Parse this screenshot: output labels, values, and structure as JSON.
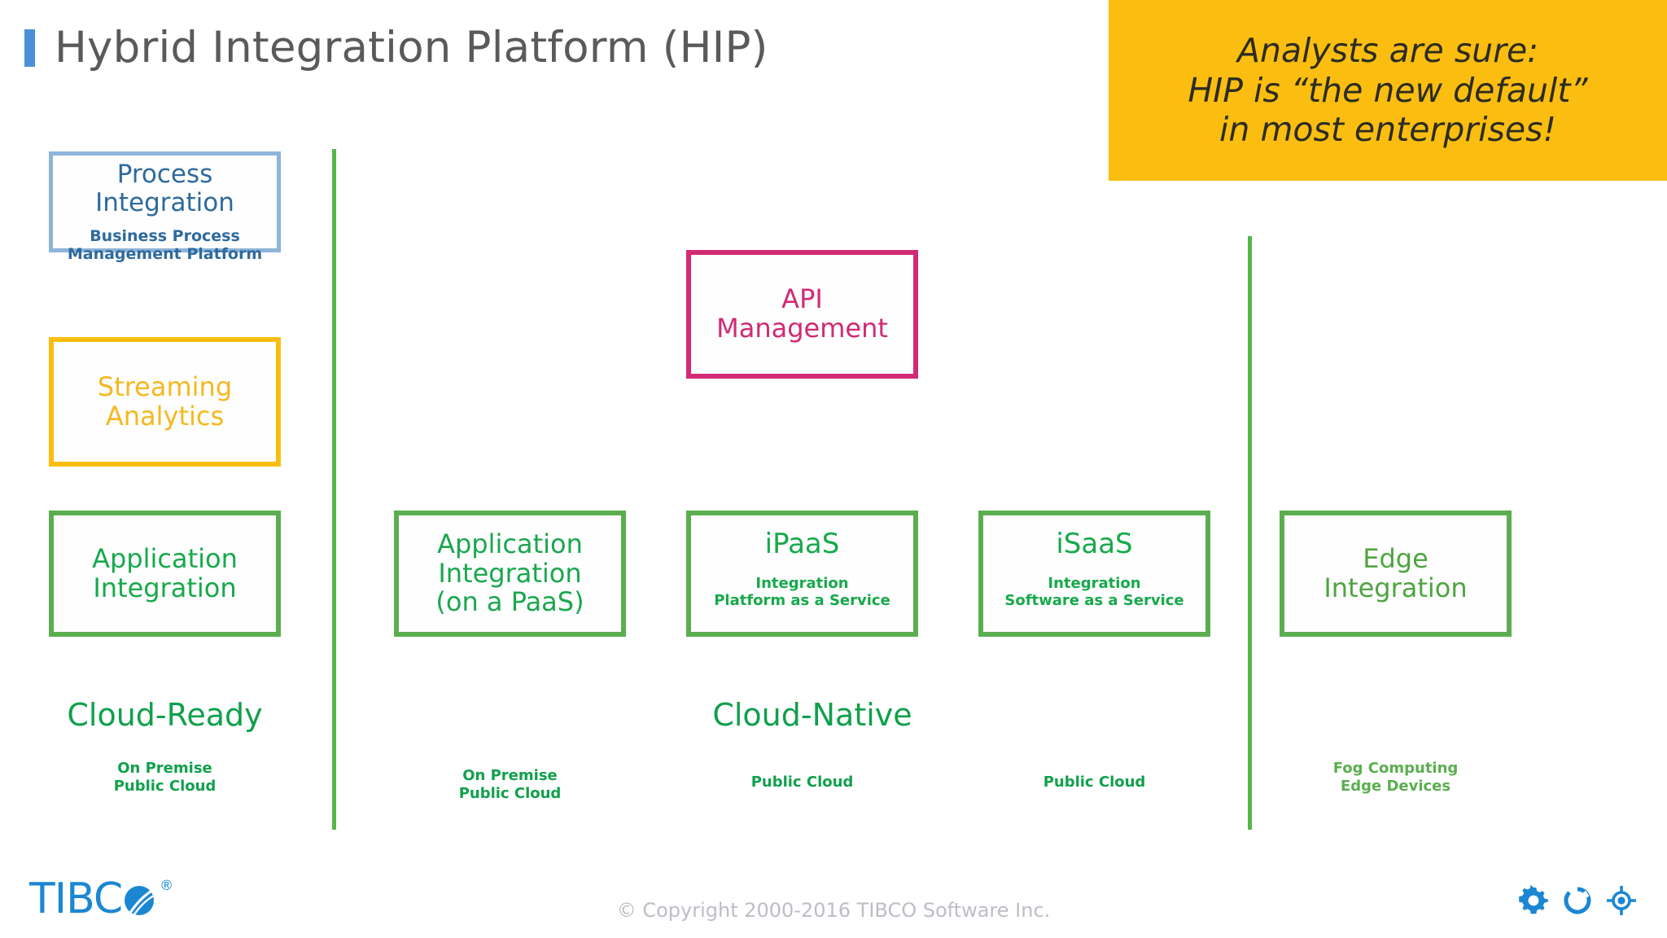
{
  "header": {
    "title": "Hybrid Integration Platform (HIP)",
    "accent_color": "#4A90D9",
    "title_color": "#5A5A5A"
  },
  "callout": {
    "background": "#FBBE10",
    "text_color": "#2C2C22",
    "line1": "Analysts are sure:",
    "line2": "HIP is “the new default”",
    "line3": "in most enterprises!"
  },
  "cards": {
    "process_integration": {
      "title": "Process\nIntegration",
      "subtitle": "Business Process\nManagement Platform",
      "border_color": "#8EB4DA",
      "text_color": "#2E6A9E"
    },
    "streaming_analytics": {
      "title": "Streaming\nAnalytics",
      "border_color": "#FBBE10",
      "text_color": "#F5B820"
    },
    "application_integration": {
      "title": "Application\nIntegration",
      "border_color": "#5BAE4F",
      "text_color": "#17A94C"
    },
    "api_management": {
      "title": "API\nManagement",
      "border_color": "#D22A74",
      "text_color": "#D22A74"
    },
    "application_integration_paas": {
      "title": "Application\nIntegration\n(on a PaaS)",
      "border_color": "#5BAE4F",
      "text_color": "#1AA74F"
    },
    "ipaas": {
      "title": "iPaaS",
      "subtitle": "Integration\nPlatform as a Service",
      "border_color": "#5BAE4F",
      "text_color": "#17A94C"
    },
    "isaas": {
      "title": "iSaaS",
      "subtitle": "Integration\nSoftware as a Service",
      "border_color": "#5BAE4F",
      "text_color": "#17A94C"
    },
    "edge_integration": {
      "title": "Edge\nIntegration",
      "border_color": "#5BAE4F",
      "text_color": "#4FA441"
    }
  },
  "categories": {
    "cloud_ready": "Cloud-Ready",
    "cloud_native": "Cloud-Native",
    "label_color": "#10A04C"
  },
  "deployment_notes": {
    "column1": "On Premise\nPublic Cloud",
    "column2": "On Premise\nPublic Cloud",
    "column3": "Public Cloud",
    "column4": "Public Cloud",
    "column5": "Fog Computing\nEdge Devices"
  },
  "footer": {
    "logo_text": "TIBC",
    "logo_registered": "®",
    "logo_color": "#1B87D3",
    "copyright": "© Copyright 2000-2016 TIBCO Software Inc.",
    "copyright_color": "#BDBDC6",
    "icons": [
      "gear-icon",
      "refresh-ring-icon",
      "crosshair-target-icon"
    ]
  },
  "dividers": {
    "color": "#53B74B"
  }
}
